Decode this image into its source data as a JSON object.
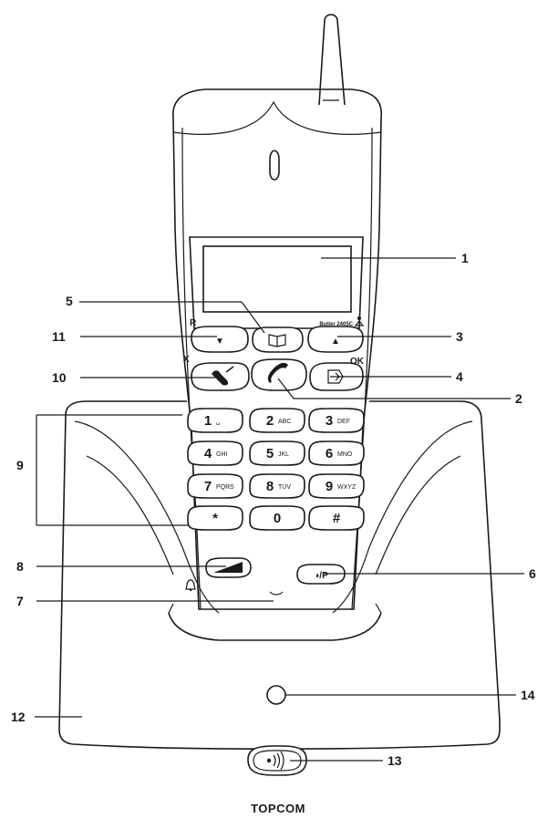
{
  "device": {
    "model_label": "Butler 2405C",
    "brand": "TOPCOM",
    "side_labels": {
      "r": "R",
      "x": "X",
      "ok": "OK"
    }
  },
  "keys": [
    {
      "id": "1",
      "main": "1",
      "sub": "␣"
    },
    {
      "id": "2",
      "main": "2",
      "sub": "ABC"
    },
    {
      "id": "3",
      "main": "3",
      "sub": "DEF"
    },
    {
      "id": "4",
      "main": "4",
      "sub": "GHI"
    },
    {
      "id": "5",
      "main": "5",
      "sub": "JKL"
    },
    {
      "id": "6",
      "main": "6",
      "sub": "MNO"
    },
    {
      "id": "7",
      "main": "7",
      "sub": "PQRS"
    },
    {
      "id": "8",
      "main": "8",
      "sub": "TUV"
    },
    {
      "id": "9",
      "main": "9",
      "sub": "WXYZ"
    },
    {
      "id": "star",
      "main": "*",
      "sub": ""
    },
    {
      "id": "0",
      "main": "0",
      "sub": ""
    },
    {
      "id": "hash",
      "main": "#",
      "sub": ""
    }
  ],
  "function_keys": {
    "down": "▼",
    "up": "▲",
    "page": "◑/P"
  },
  "callouts": [
    "1",
    "2",
    "3",
    "4",
    "5",
    "6",
    "7",
    "8",
    "9",
    "10",
    "11",
    "12",
    "13",
    "14"
  ],
  "colors": {
    "ink": "#1a1a1a",
    "paper": "#ffffff"
  }
}
